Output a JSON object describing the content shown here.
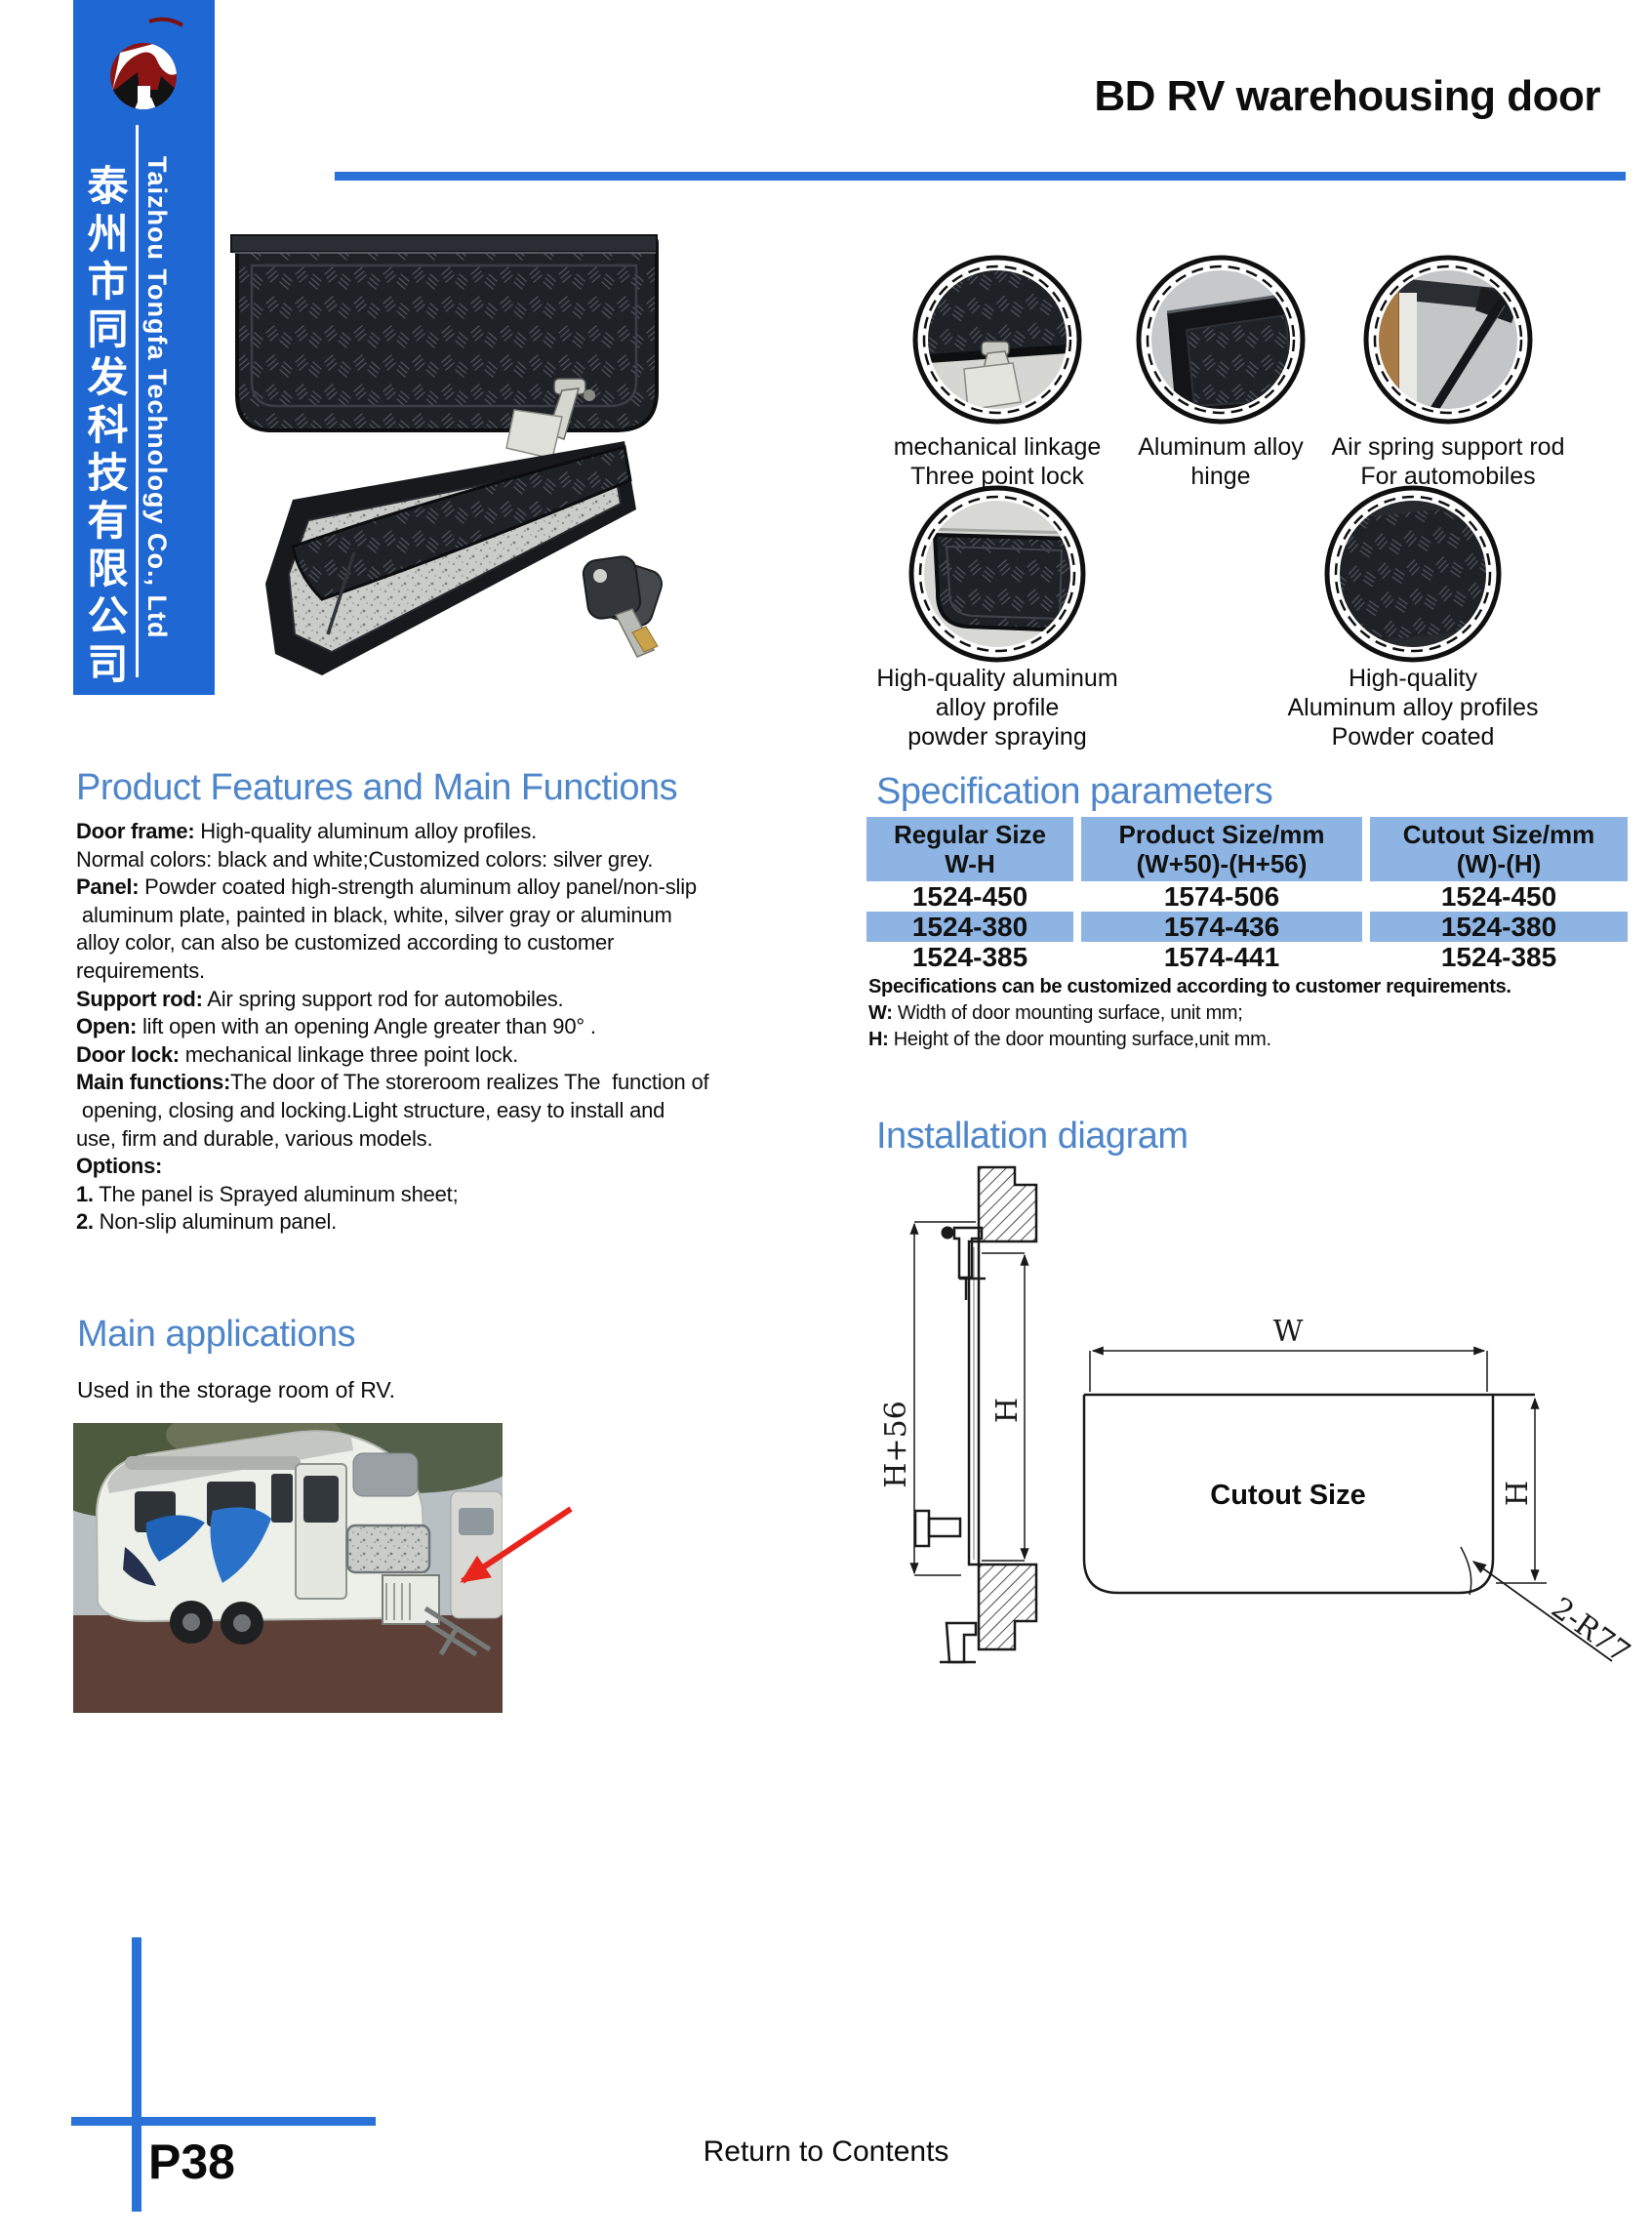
{
  "sidebar": {
    "company_cn": "泰州市同发科技有限公司",
    "company_en": "Taizhou Tongfa Technology Co., Ltd"
  },
  "header": {
    "title": "BD RV warehousing door"
  },
  "feature_circles": [
    {
      "icon": "three-point-lock-photo",
      "caption_lines": [
        "mechanical linkage",
        "Three point lock"
      ]
    },
    {
      "icon": "aluminum-hinge-photo",
      "caption_lines": [
        "Aluminum alloy",
        "hinge"
      ]
    },
    {
      "icon": "air-spring-rod-photo",
      "caption_lines": [
        "Air spring support rod",
        "For automobiles"
      ]
    },
    {
      "icon": "alloy-profile-spray-photo",
      "caption_lines": [
        "High-quality aluminum",
        "alloy profile",
        "powder spraying"
      ]
    },
    {
      "icon": "alloy-profile-coated-photo",
      "caption_lines": [
        "High-quality",
        "Aluminum alloy profiles",
        "Powder coated"
      ]
    }
  ],
  "sections": {
    "features": {
      "heading": "Product Features and Main Functions",
      "lines": [
        {
          "b": "Door frame:",
          "t": " High-quality aluminum alloy profiles."
        },
        {
          "b": "",
          "t": "Normal colors: black and white;Customized colors: silver grey."
        },
        {
          "b": "Panel:",
          "t": " Powder coated high-strength aluminum alloy panel/non-slip"
        },
        {
          "b": "",
          "t": " aluminum plate, painted in black, white, silver gray or aluminum"
        },
        {
          "b": "",
          "t": "alloy color, can also be customized according to customer"
        },
        {
          "b": "",
          "t": "requirements."
        },
        {
          "b": "Support rod:",
          "t": " Air spring support rod for automobiles."
        },
        {
          "b": "Open:",
          "t": " lift open with an opening Angle greater than 90° ."
        },
        {
          "b": "Door lock:",
          "t": " mechanical linkage three point lock."
        },
        {
          "b": "Main functions:",
          "t": "The door of The storeroom realizes The  function of"
        },
        {
          "b": "",
          "t": " opening, closing and locking.Light structure, easy to install and"
        },
        {
          "b": "",
          "t": "use, firm and durable, various models."
        },
        {
          "b": "Options:",
          "t": ""
        },
        {
          "b": "1.",
          "t": " The panel is Sprayed aluminum sheet;"
        },
        {
          "b": "2.",
          "t": " Non-slip aluminum panel."
        }
      ]
    },
    "specs": {
      "heading": "Specification parameters",
      "table": {
        "headers": [
          [
            "Regular Size",
            "W-H"
          ],
          [
            "Product Size/mm",
            "(W+50)-(H+56)"
          ],
          [
            "Cutout Size/mm",
            "(W)-(H)"
          ]
        ],
        "rows": [
          [
            "1524-450",
            "1574-506",
            "1524-450"
          ],
          [
            "1524-380",
            "1574-436",
            "1524-380"
          ],
          [
            "1524-385",
            "1574-441",
            "1524-385"
          ]
        ]
      },
      "notes": [
        {
          "b": "Specifications can be customized according to customer requirements.",
          "t": ""
        },
        {
          "b": "W:",
          "t": " Width of door mounting surface, unit mm;"
        },
        {
          "b": "H:",
          "t": " Height of the door mounting surface,unit mm."
        }
      ]
    },
    "installation": {
      "heading": "Installation diagram",
      "labels": {
        "height_overall": "H+56",
        "height_door": "H",
        "width": "W",
        "cutout": "Cutout Size",
        "height_cutout": "H",
        "corner_radius": "2-R77"
      }
    },
    "applications": {
      "heading": "Main applications",
      "text": "Used in the storage room of RV."
    }
  },
  "footer": {
    "page_number": "P38",
    "link": "Return to Contents"
  },
  "colors": {
    "sidebar_blue": "#1f67d2",
    "accent_blue": "#2a72d8",
    "heading_blue": "#4e86c9",
    "table_blue": "#8db4e2",
    "logo_red": "#8c1514",
    "arrow_red": "#e8251c"
  }
}
